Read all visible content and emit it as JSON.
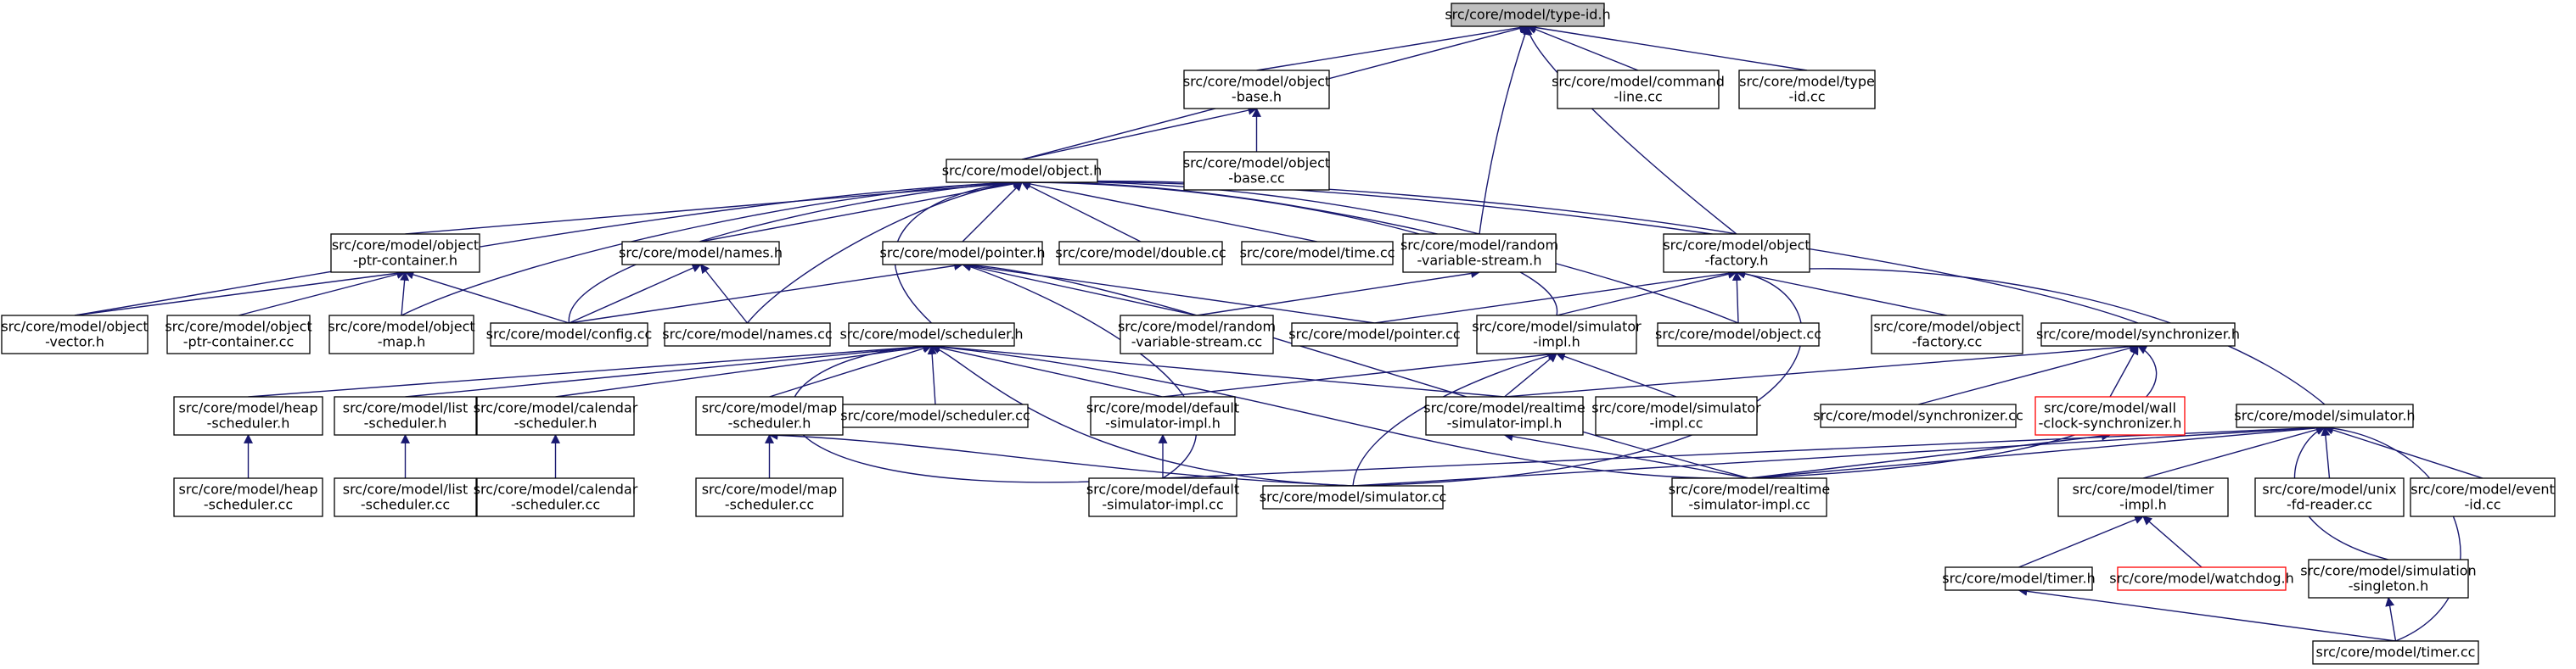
{
  "graph": {
    "root": "type-id-h",
    "nodes": [
      {
        "id": "type-id-h",
        "lines": [
          "src/core/model/type-id.h"
        ],
        "style": "root"
      },
      {
        "id": "object-base-h",
        "lines": [
          "src/core/model/object",
          "-base.h"
        ],
        "style": "normal"
      },
      {
        "id": "command-line-cc",
        "lines": [
          "src/core/model/command",
          "-line.cc"
        ],
        "style": "normal"
      },
      {
        "id": "type-id-cc",
        "lines": [
          "src/core/model/type",
          "-id.cc"
        ],
        "style": "normal"
      },
      {
        "id": "object-h",
        "lines": [
          "src/core/model/object.h"
        ],
        "style": "normal"
      },
      {
        "id": "object-base-cc",
        "lines": [
          "src/core/model/object",
          "-base.cc"
        ],
        "style": "normal"
      },
      {
        "id": "object-ptr-container-h",
        "lines": [
          "src/core/model/object",
          "-ptr-container.h"
        ],
        "style": "normal"
      },
      {
        "id": "names-h",
        "lines": [
          "src/core/model/names.h"
        ],
        "style": "normal"
      },
      {
        "id": "pointer-h",
        "lines": [
          "src/core/model/pointer.h"
        ],
        "style": "normal"
      },
      {
        "id": "double-cc",
        "lines": [
          "src/core/model/double.cc"
        ],
        "style": "normal"
      },
      {
        "id": "time-cc",
        "lines": [
          "src/core/model/time.cc"
        ],
        "style": "normal"
      },
      {
        "id": "random-variable-stream-h",
        "lines": [
          "src/core/model/random",
          "-variable-stream.h"
        ],
        "style": "normal"
      },
      {
        "id": "object-factory-h",
        "lines": [
          "src/core/model/object",
          "-factory.h"
        ],
        "style": "normal"
      },
      {
        "id": "object-vector-h",
        "lines": [
          "src/core/model/object",
          "-vector.h"
        ],
        "style": "normal"
      },
      {
        "id": "object-ptr-container-cc",
        "lines": [
          "src/core/model/object",
          "-ptr-container.cc"
        ],
        "style": "normal"
      },
      {
        "id": "object-map-h",
        "lines": [
          "src/core/model/object",
          "-map.h"
        ],
        "style": "normal"
      },
      {
        "id": "config-cc",
        "lines": [
          "src/core/model/config.cc"
        ],
        "style": "normal"
      },
      {
        "id": "names-cc",
        "lines": [
          "src/core/model/names.cc"
        ],
        "style": "normal"
      },
      {
        "id": "random-variable-stream-cc",
        "lines": [
          "src/core/model/random",
          "-variable-stream.cc"
        ],
        "style": "normal"
      },
      {
        "id": "pointer-cc",
        "lines": [
          "src/core/model/pointer.cc"
        ],
        "style": "normal"
      },
      {
        "id": "simulator-impl-h",
        "lines": [
          "src/core/model/simulator",
          "-impl.h"
        ],
        "style": "normal"
      },
      {
        "id": "object-cc",
        "lines": [
          "src/core/model/object.cc"
        ],
        "style": "normal"
      },
      {
        "id": "object-factory-cc",
        "lines": [
          "src/core/model/object",
          "-factory.cc"
        ],
        "style": "normal"
      },
      {
        "id": "synchronizer-h",
        "lines": [
          "src/core/model/synchronizer.h"
        ],
        "style": "normal"
      },
      {
        "id": "scheduler-h",
        "lines": [
          "src/core/model/scheduler.h"
        ],
        "style": "normal"
      },
      {
        "id": "heap-scheduler-h",
        "lines": [
          "src/core/model/heap",
          "-scheduler.h"
        ],
        "style": "normal"
      },
      {
        "id": "list-scheduler-h",
        "lines": [
          "src/core/model/list",
          "-scheduler.h"
        ],
        "style": "normal"
      },
      {
        "id": "calendar-scheduler-h",
        "lines": [
          "src/core/model/calendar",
          "-scheduler.h"
        ],
        "style": "normal"
      },
      {
        "id": "map-scheduler-h",
        "lines": [
          "src/core/model/map",
          "-scheduler.h"
        ],
        "style": "normal"
      },
      {
        "id": "scheduler-cc",
        "lines": [
          "src/core/model/scheduler.cc"
        ],
        "style": "normal"
      },
      {
        "id": "default-simulator-impl-h",
        "lines": [
          "src/core/model/default",
          "-simulator-impl.h"
        ],
        "style": "normal"
      },
      {
        "id": "realtime-simulator-impl-h",
        "lines": [
          "src/core/model/realtime",
          "-simulator-impl.h"
        ],
        "style": "normal"
      },
      {
        "id": "simulator-impl-cc",
        "lines": [
          "src/core/model/simulator",
          "-impl.cc"
        ],
        "style": "normal"
      },
      {
        "id": "synchronizer-cc",
        "lines": [
          "src/core/model/synchronizer.cc"
        ],
        "style": "normal"
      },
      {
        "id": "wall-clock-synchronizer-h",
        "lines": [
          "src/core/model/wall",
          "-clock-synchronizer.h"
        ],
        "style": "truncated"
      },
      {
        "id": "simulator-h",
        "lines": [
          "src/core/model/simulator.h"
        ],
        "style": "normal"
      },
      {
        "id": "heap-scheduler-cc",
        "lines": [
          "src/core/model/heap",
          "-scheduler.cc"
        ],
        "style": "normal"
      },
      {
        "id": "list-scheduler-cc",
        "lines": [
          "src/core/model/list",
          "-scheduler.cc"
        ],
        "style": "normal"
      },
      {
        "id": "calendar-scheduler-cc",
        "lines": [
          "src/core/model/calendar",
          "-scheduler.cc"
        ],
        "style": "normal"
      },
      {
        "id": "map-scheduler-cc",
        "lines": [
          "src/core/model/map",
          "-scheduler.cc"
        ],
        "style": "normal"
      },
      {
        "id": "default-simulator-impl-cc",
        "lines": [
          "src/core/model/default",
          "-simulator-impl.cc"
        ],
        "style": "normal"
      },
      {
        "id": "simulator-cc",
        "lines": [
          "src/core/model/simulator.cc"
        ],
        "style": "normal"
      },
      {
        "id": "realtime-simulator-impl-cc",
        "lines": [
          "src/core/model/realtime",
          "-simulator-impl.cc"
        ],
        "style": "normal"
      },
      {
        "id": "timer-impl-h",
        "lines": [
          "src/core/model/timer",
          "-impl.h"
        ],
        "style": "normal"
      },
      {
        "id": "unix-fd-reader-cc",
        "lines": [
          "src/core/model/unix",
          "-fd-reader.cc"
        ],
        "style": "normal"
      },
      {
        "id": "event-id-cc",
        "lines": [
          "src/core/model/event",
          "-id.cc"
        ],
        "style": "normal"
      },
      {
        "id": "timer-h",
        "lines": [
          "src/core/model/timer.h"
        ],
        "style": "normal"
      },
      {
        "id": "watchdog-h",
        "lines": [
          "src/core/model/watchdog.h"
        ],
        "style": "truncated"
      },
      {
        "id": "simulation-singleton-h",
        "lines": [
          "src/core/model/simulation",
          "-singleton.h"
        ],
        "style": "normal"
      },
      {
        "id": "timer-cc",
        "lines": [
          "src/core/model/timer.cc"
        ],
        "style": "normal"
      }
    ],
    "edges": [
      [
        "object-base-h",
        "type-id-h"
      ],
      [
        "object-h",
        "type-id-h"
      ],
      [
        "random-variable-stream-h",
        "type-id-h"
      ],
      [
        "object-factory-h",
        "type-id-h"
      ],
      [
        "command-line-cc",
        "type-id-h"
      ],
      [
        "type-id-cc",
        "type-id-h"
      ],
      [
        "object-h",
        "object-base-h"
      ],
      [
        "object-base-cc",
        "object-base-h"
      ],
      [
        "object-ptr-container-h",
        "object-h"
      ],
      [
        "names-h",
        "object-h"
      ],
      [
        "pointer-h",
        "object-h"
      ],
      [
        "double-cc",
        "object-h"
      ],
      [
        "time-cc",
        "object-h"
      ],
      [
        "random-variable-stream-h",
        "object-h"
      ],
      [
        "object-factory-h",
        "object-h"
      ],
      [
        "object-vector-h",
        "object-h"
      ],
      [
        "object-map-h",
        "object-h"
      ],
      [
        "config-cc",
        "object-h"
      ],
      [
        "names-cc",
        "object-h"
      ],
      [
        "scheduler-h",
        "object-h"
      ],
      [
        "simulator-impl-h",
        "object-h"
      ],
      [
        "object-cc",
        "object-h"
      ],
      [
        "synchronizer-h",
        "object-h"
      ],
      [
        "object-vector-h",
        "object-ptr-container-h"
      ],
      [
        "object-ptr-container-cc",
        "object-ptr-container-h"
      ],
      [
        "object-map-h",
        "object-ptr-container-h"
      ],
      [
        "config-cc",
        "object-ptr-container-h"
      ],
      [
        "config-cc",
        "names-h"
      ],
      [
        "names-cc",
        "names-h"
      ],
      [
        "config-cc",
        "pointer-h"
      ],
      [
        "random-variable-stream-cc",
        "pointer-h"
      ],
      [
        "pointer-cc",
        "pointer-h"
      ],
      [
        "default-simulator-impl-cc",
        "pointer-h"
      ],
      [
        "realtime-simulator-impl-cc",
        "pointer-h"
      ],
      [
        "random-variable-stream-cc",
        "random-variable-stream-h"
      ],
      [
        "pointer-cc",
        "object-factory-h"
      ],
      [
        "simulator-impl-h",
        "object-factory-h"
      ],
      [
        "object-cc",
        "object-factory-h"
      ],
      [
        "object-factory-cc",
        "object-factory-h"
      ],
      [
        "simulator-h",
        "object-factory-h"
      ],
      [
        "simulator-cc",
        "object-factory-h"
      ],
      [
        "realtime-simulator-impl-h",
        "simulator-impl-h"
      ],
      [
        "default-simulator-impl-h",
        "simulator-impl-h"
      ],
      [
        "simulator-impl-cc",
        "simulator-impl-h"
      ],
      [
        "simulator-cc",
        "simulator-impl-h"
      ],
      [
        "synchronizer-cc",
        "synchronizer-h"
      ],
      [
        "wall-clock-synchronizer-h",
        "synchronizer-h"
      ],
      [
        "realtime-simulator-impl-h",
        "synchronizer-h"
      ],
      [
        "realtime-simulator-impl-cc",
        "synchronizer-h"
      ],
      [
        "heap-scheduler-h",
        "scheduler-h"
      ],
      [
        "list-scheduler-h",
        "scheduler-h"
      ],
      [
        "calendar-scheduler-h",
        "scheduler-h"
      ],
      [
        "map-scheduler-h",
        "scheduler-h"
      ],
      [
        "scheduler-cc",
        "scheduler-h"
      ],
      [
        "default-simulator-impl-h",
        "scheduler-h"
      ],
      [
        "realtime-simulator-impl-h",
        "scheduler-h"
      ],
      [
        "simulator-cc",
        "scheduler-h"
      ],
      [
        "default-simulator-impl-cc",
        "scheduler-h"
      ],
      [
        "realtime-simulator-impl-cc",
        "scheduler-h"
      ],
      [
        "heap-scheduler-cc",
        "heap-scheduler-h"
      ],
      [
        "list-scheduler-cc",
        "list-scheduler-h"
      ],
      [
        "calendar-scheduler-cc",
        "calendar-scheduler-h"
      ],
      [
        "map-scheduler-cc",
        "map-scheduler-h"
      ],
      [
        "simulator-cc",
        "map-scheduler-h"
      ],
      [
        "default-simulator-impl-cc",
        "default-simulator-impl-h"
      ],
      [
        "realtime-simulator-impl-cc",
        "realtime-simulator-impl-h"
      ],
      [
        "realtime-simulator-impl-cc",
        "wall-clock-synchronizer-h"
      ],
      [
        "simulator-cc",
        "simulator-h"
      ],
      [
        "default-simulator-impl-cc",
        "simulator-h"
      ],
      [
        "realtime-simulator-impl-cc",
        "simulator-h"
      ],
      [
        "timer-impl-h",
        "simulator-h"
      ],
      [
        "unix-fd-reader-cc",
        "simulator-h"
      ],
      [
        "event-id-cc",
        "simulator-h"
      ],
      [
        "simulation-singleton-h",
        "simulator-h"
      ],
      [
        "timer-cc",
        "simulator-h"
      ],
      [
        "timer-h",
        "timer-impl-h"
      ],
      [
        "watchdog-h",
        "timer-impl-h"
      ],
      [
        "timer-cc",
        "timer-h"
      ],
      [
        "timer-cc",
        "simulation-singleton-h"
      ]
    ]
  }
}
